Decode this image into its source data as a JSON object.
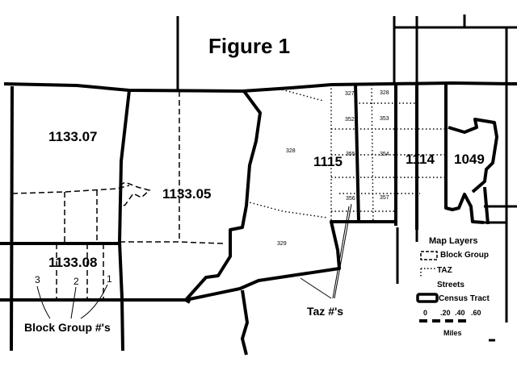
{
  "title": "Figure 1",
  "tracts": {
    "t1133_07": "1133.07",
    "t1133_05": "1133.05",
    "t1133_08": "1133.08",
    "t1115": "1115",
    "t1114": "1114",
    "t1049": "1049"
  },
  "taz": {
    "z327": "327",
    "z328": "328",
    "z352": "352",
    "z353": "353",
    "z355": "355",
    "z354": "354",
    "z356": "356",
    "z357": "357",
    "z328b": "328",
    "z329": "329"
  },
  "block_groups": {
    "bg3": "3",
    "bg2": "2",
    "bg1": "1"
  },
  "callouts": {
    "block_group": "Block Group #'s",
    "taz": "Taz #'s"
  },
  "legend": {
    "title": "Map Layers",
    "block_group": "Block Group",
    "taz": "TAZ",
    "streets": "Streets",
    "census_tract": "Census Tract",
    "scale_0": "0",
    "scale_20": ".20",
    "scale_40": ".40",
    "scale_60": ".60",
    "miles": "Miles"
  }
}
